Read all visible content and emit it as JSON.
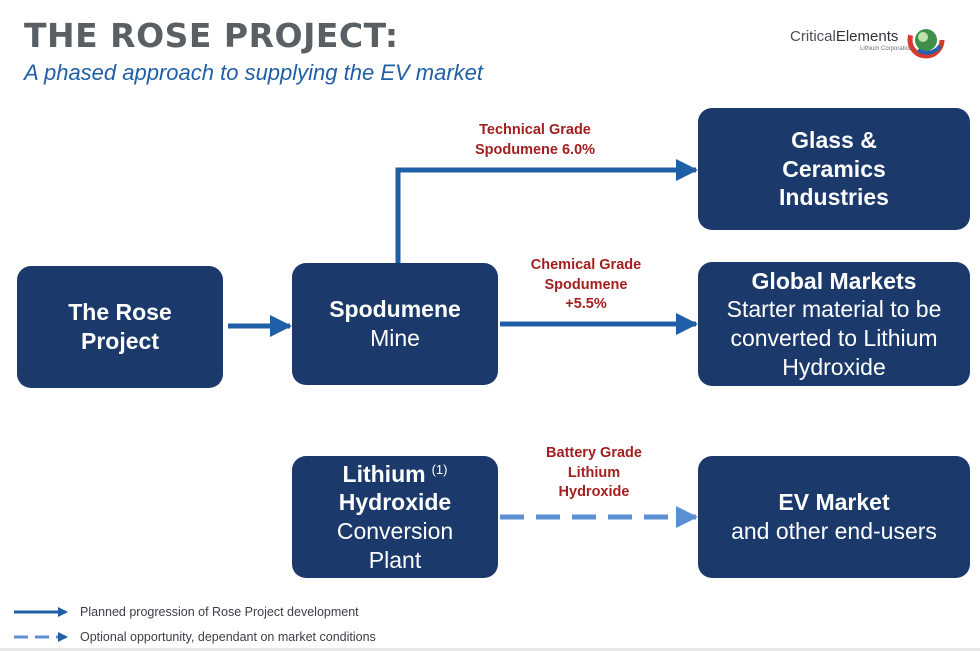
{
  "header": {
    "title": "THE ROSE PROJECT:",
    "subtitle": "A phased approach to supplying the EV market"
  },
  "logo": {
    "name_part1": "Critical",
    "name_part2": "Elements",
    "tagline": "Lithium Corporation"
  },
  "nodes": {
    "rose_project": {
      "line1": "The Rose",
      "line2": "Project"
    },
    "spodumene_mine": {
      "line1": "Spodumene",
      "line2": "Mine"
    },
    "glass_ceramics": {
      "line1": "Glass &",
      "line2": "Ceramics",
      "line3": "Industries"
    },
    "global_markets": {
      "line1": "Global Markets",
      "line2": "Starter material to be",
      "line3": "converted to Lithium",
      "line4": "Hydroxide"
    },
    "lithium_hydroxide": {
      "line1": "Lithium",
      "footnote": "(1)",
      "line2": "Hydroxide",
      "line3": "Conversion",
      "line4": "Plant"
    },
    "ev_market": {
      "line1": "EV Market",
      "line2": "and other end-users"
    }
  },
  "edge_labels": {
    "technical": {
      "line1": "Technical Grade",
      "line2": "Spodumene 6.0%"
    },
    "chemical": {
      "line1": "Chemical Grade",
      "line2": "Spodumene",
      "line3": "+5.5%"
    },
    "battery": {
      "line1": "Battery Grade",
      "line2": "Lithium",
      "line3": "Hydroxide"
    }
  },
  "legend": {
    "solid": "Planned progression of Rose Project development",
    "dashed": "Optional opportunity, dependant on market conditions"
  },
  "colors": {
    "box": "#1b3a6b",
    "arrow": "#1f5fa8",
    "dashed_arrow": "#5b8fd4",
    "label_red": "#a31f1f"
  }
}
